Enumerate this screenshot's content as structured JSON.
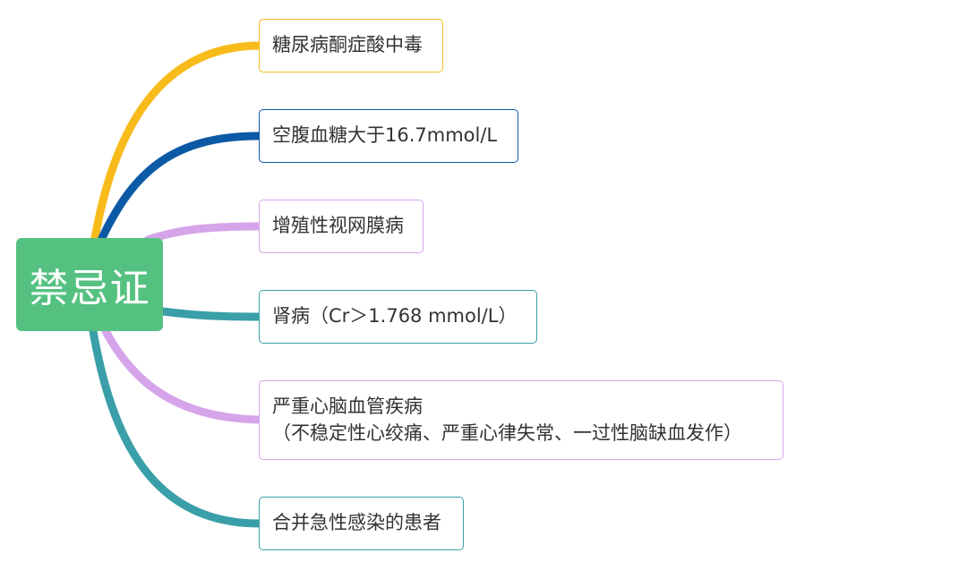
{
  "colors": {
    "root_bg": "#55c181",
    "yellow": "#f8bb1c",
    "blue": "#0c5aa6",
    "purple": "#d6a4ea",
    "teal": "#3a9fa8"
  },
  "root": {
    "label": "禁忌证"
  },
  "branches": [
    {
      "label": "糖尿病酮症酸中毒",
      "color": "#f8bb1c"
    },
    {
      "label": "空腹血糖大于16.7mmol/L",
      "color": "#0c5aa6"
    },
    {
      "label": "增殖性视网膜病",
      "color": "#d6a4ea"
    },
    {
      "label": "肾病（Cr＞1.768 mmol/L）",
      "color": "#3a9fa8"
    },
    {
      "label": "严重心脑血管疾病",
      "sublabel": "（不稳定性心绞痛、严重心律失常、一过性脑缺血发作）",
      "color": "#d6a4ea"
    },
    {
      "label": "合并急性感染的患者",
      "color": "#3a9fa8"
    }
  ]
}
